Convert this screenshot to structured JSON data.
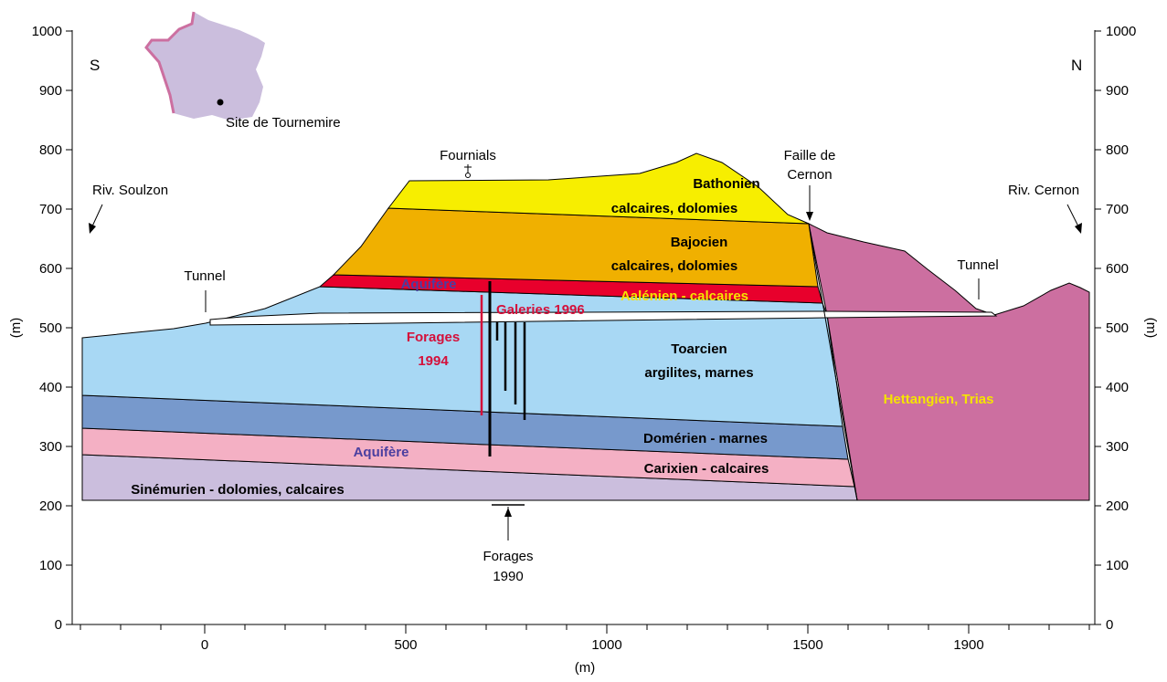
{
  "axes": {
    "y_ticks": [
      "0",
      "100",
      "200",
      "300",
      "400",
      "500",
      "600",
      "700",
      "800",
      "900",
      "1000"
    ],
    "x_ticks": [
      "0",
      "500",
      "1000",
      "1500",
      "1900"
    ],
    "x_unit": "(m)",
    "y_unit_left": "(m)",
    "y_unit_right": "(m)"
  },
  "orientation": {
    "south": "S",
    "north": "N"
  },
  "inset_map": {
    "site_label": "Site de Tournemire"
  },
  "places": {
    "riv_soulzon": "Riv. Soulzon",
    "riv_cernon": "Riv. Cernon",
    "tunnel_left": "Tunnel",
    "tunnel_right": "Tunnel",
    "fournials": "Fournials",
    "faille_line1": "Faille de",
    "faille_line2": "Cernon",
    "forages1990_line1": "Forages",
    "forages1990_line2": "1990"
  },
  "layers": {
    "bathonien_line1": "Bathonien",
    "bathonien_line2": "calcaires, dolomies",
    "bajocien_line1": "Bajocien",
    "bajocien_line2": "calcaires, dolomies",
    "aalenien": "Aalénien - calcaires",
    "aquifere_top": "Aquifère",
    "toarcien_line1": "Toarcien",
    "toarcien_line2": "argilites, marnes",
    "domerien": "Domérien - marnes",
    "carixien": "Carixien - calcaires",
    "aquifere_bottom": "Aquifère",
    "sinemurien": "Sinémurien - dolomies, calcaires",
    "hettangien": "Hettangien, Trias"
  },
  "annotations": {
    "galeries": "Galeries 1996",
    "forages1994_line1": "Forages",
    "forages1994_line2": "1994"
  },
  "colors": {
    "bathonien": "#f7ee00",
    "bajocien": "#f0b000",
    "aalenien": "#e8002c",
    "toarcien": "#a8d8f4",
    "domerien": "#7799cc",
    "carixien": "#f4b0c4",
    "sinemurien": "#cbbedd",
    "hettangien": "#cc6fa0",
    "france": "#cbbedd",
    "france_coast": "#cc6fa0",
    "annotation_red": "#d4103a"
  }
}
